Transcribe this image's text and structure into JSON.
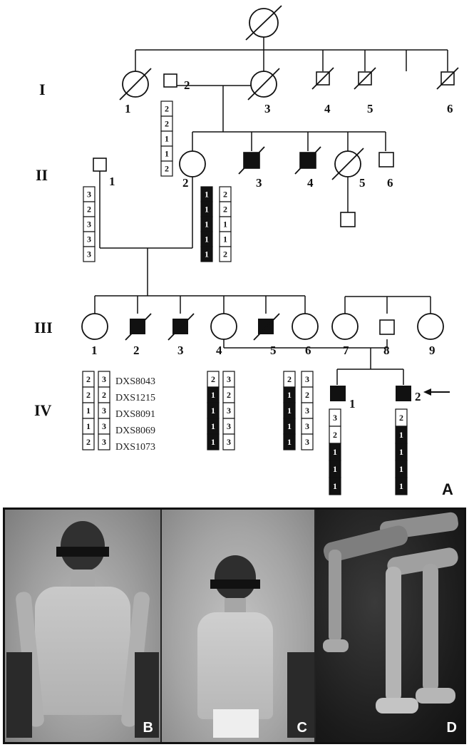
{
  "generations": [
    "I",
    "II",
    "III",
    "IV"
  ],
  "markers": [
    "DXS8043",
    "DXS1215",
    "DXS8091",
    "DXS8069",
    "DXS1073"
  ],
  "individual_numbers": {
    "I": [
      "1",
      "2",
      "3",
      "4",
      "5",
      "6"
    ],
    "II": [
      "1",
      "2",
      "3",
      "4",
      "5",
      "6"
    ],
    "III": [
      "1",
      "2",
      "3",
      "4",
      "5",
      "6",
      "7",
      "8",
      "9"
    ],
    "IV": [
      "1",
      "2"
    ]
  },
  "haplotypes": {
    "I2": [
      "2",
      "2",
      "1",
      "1",
      "2"
    ],
    "II1": [
      "3",
      "2",
      "3",
      "3",
      "3"
    ],
    "II2_a": [
      "1",
      "1",
      "1",
      "1",
      "1"
    ],
    "II2_b": [
      "2",
      "2",
      "1",
      "1",
      "2"
    ],
    "III1_a": [
      "2",
      "2",
      "1",
      "1",
      "2"
    ],
    "III1_b": [
      "3",
      "2",
      "3",
      "3",
      "3"
    ],
    "III4_a": [
      "2",
      "1",
      "1",
      "1",
      "1"
    ],
    "III4_b": [
      "3",
      "2",
      "3",
      "3",
      "3"
    ],
    "III6_a": [
      "2",
      "1",
      "1",
      "1",
      "1"
    ],
    "III6_b": [
      "3",
      "2",
      "3",
      "3",
      "3"
    ],
    "IV1": [
      "3",
      "2",
      "1",
      "1",
      "1"
    ],
    "IV2": [
      "2",
      "1",
      "1",
      "1",
      "1"
    ]
  },
  "panel_labels": {
    "A": "A",
    "B": "B",
    "C": "C",
    "D": "D"
  }
}
